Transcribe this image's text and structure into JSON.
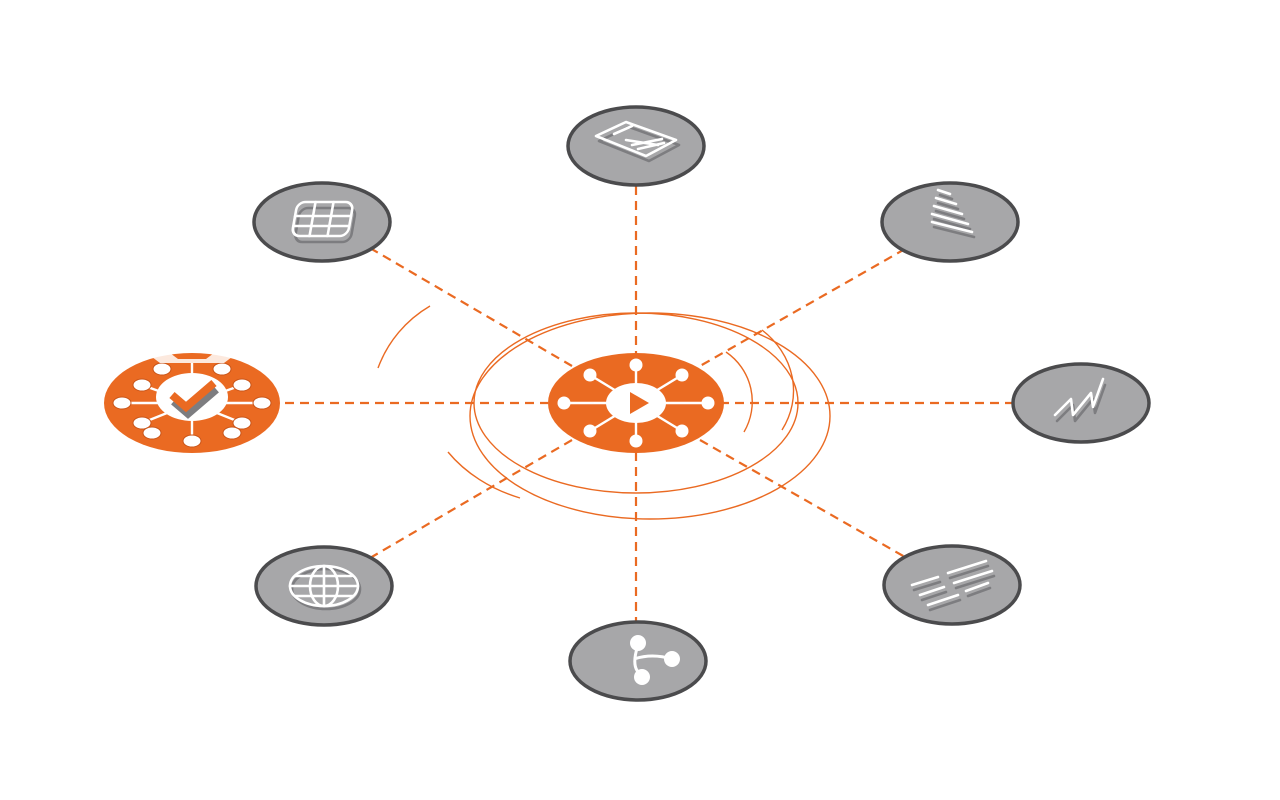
{
  "colors": {
    "accent": "#ea6a22",
    "node_fill": "#a7a7a9",
    "node_stroke": "#4b4b4d",
    "icon": "#ffffff",
    "icon_shadow": "#7d7d80",
    "background": "#ffffff"
  },
  "hub": {
    "icon": "play-network-icon"
  },
  "active_node": {
    "icon": "checkmark-network-icon"
  },
  "nodes": [
    {
      "id": "top",
      "icon": "document-icon"
    },
    {
      "id": "top-right",
      "icon": "stacked-bars-icon"
    },
    {
      "id": "right",
      "icon": "zigzag-line-icon"
    },
    {
      "id": "bottom-right",
      "icon": "dashed-lines-icon"
    },
    {
      "id": "bottom",
      "icon": "branch-nodes-icon"
    },
    {
      "id": "bottom-left",
      "icon": "globe-grid-icon"
    },
    {
      "id": "top-left",
      "icon": "table-grid-icon"
    }
  ]
}
